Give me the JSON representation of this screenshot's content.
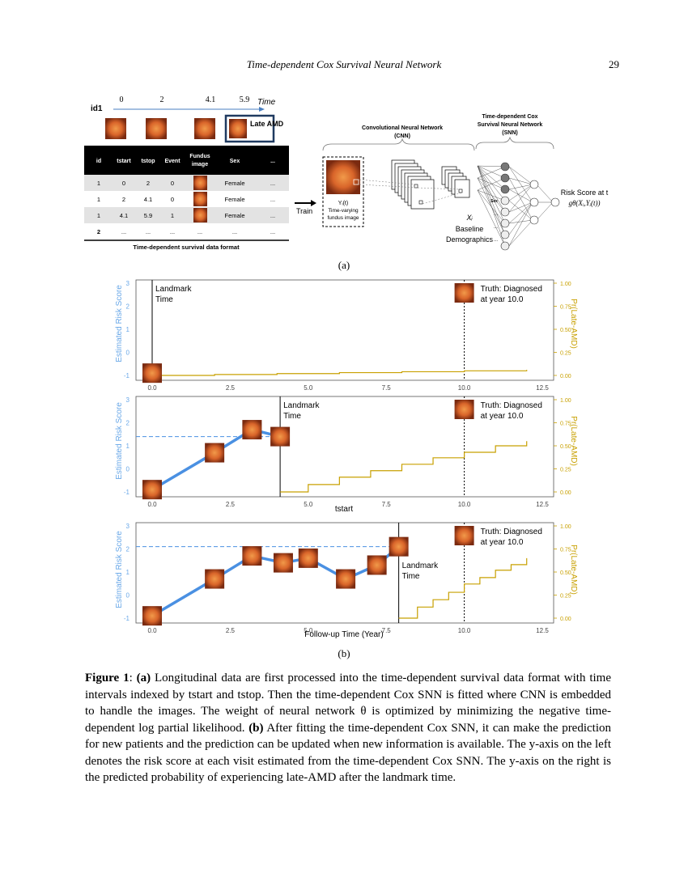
{
  "header": {
    "running_title": "Time-dependent Cox Survival Neural Network",
    "page_number": "29"
  },
  "panel_a": {
    "label": "(a)",
    "timeline": {
      "id_label": "id1",
      "times": [
        "0",
        "2",
        "4.1",
        "5.9"
      ],
      "axis_label": "Time",
      "late_amd_label": "Late AMD"
    },
    "table": {
      "headers": [
        "id",
        "tstart",
        "tstop",
        "Event",
        "Fundus image",
        "Sex",
        "..."
      ],
      "rows": [
        [
          "1",
          "0",
          "2",
          "0",
          "",
          "Female",
          "..."
        ],
        [
          "1",
          "2",
          "4.1",
          "0",
          "",
          "Female",
          "..."
        ],
        [
          "1",
          "4.1",
          "5.9",
          "1",
          "",
          "Female",
          "..."
        ],
        [
          "2",
          "...",
          "...",
          "...",
          "...",
          "...",
          "..."
        ]
      ],
      "caption": "Time-dependent survival data format"
    },
    "train_label": "Train",
    "cnn": {
      "title_line1": "Convolutional Neural Network",
      "title_line2": "(CNN)",
      "input_var": "Yᵢ(t)",
      "input_line1": "Time-varying",
      "input_line2": "fundus image"
    },
    "snn": {
      "title_line1": "Time-dependent Cox",
      "title_line2": "Survival Neural Network",
      "title_line3": "(SNN)",
      "sex_label": "Sex",
      "dots_label": "..."
    },
    "baseline": {
      "var": "Xᵢ",
      "line1": "Baseline",
      "line2": "Demographics"
    },
    "risk": {
      "line1": "Risk Score at t",
      "line2": "gθ(Xᵢ,Yᵢ(t))"
    }
  },
  "panel_b": {
    "label": "(b)",
    "y_left_label": "Estimated Risk Score",
    "y_right_label": "Pr(Late-AMD)",
    "landmark_line1": "Landmark",
    "landmark_line2": "Time",
    "truth_line1": "Truth: Diagnosed",
    "truth_line2": "at year 10.0",
    "xlabel_mid": "tstart",
    "xlabel_bottom": "Follow-up Time (Year)"
  },
  "chart_data": [
    {
      "type": "line",
      "title": "",
      "landmark": 0.0,
      "truth_year": 10.0,
      "xlim": [
        0,
        12.5
      ],
      "ylim_left": [
        -1,
        3
      ],
      "ylim_right": [
        0,
        1
      ],
      "x_ticks": [
        "0.0",
        "2.5",
        "5.0",
        "7.5",
        "10.0",
        "12.5"
      ],
      "y_left_ticks": [
        "-1",
        "0",
        "1",
        "2",
        "3"
      ],
      "y_right_ticks": [
        "0.00",
        "0.25",
        "0.50",
        "0.75",
        "1.00"
      ],
      "series": [
        {
          "name": "risk",
          "x": [
            0.0
          ],
          "y": [
            -0.9
          ]
        },
        {
          "name": "prob",
          "x": [
            0.0,
            2.0,
            4.0,
            6.0,
            8.0,
            10.0,
            12.0
          ],
          "y": [
            0.0,
            0.01,
            0.02,
            0.03,
            0.04,
            0.05,
            0.06
          ]
        }
      ],
      "dashed_risk_level": null
    },
    {
      "type": "line",
      "title": "",
      "landmark": 4.1,
      "truth_year": 10.0,
      "xlim": [
        0,
        12.5
      ],
      "ylim_left": [
        -1,
        3
      ],
      "ylim_right": [
        0,
        1
      ],
      "x_ticks": [
        "0.0",
        "2.5",
        "5.0",
        "7.5",
        "10.0",
        "12.5"
      ],
      "y_left_ticks": [
        "-1",
        "0",
        "1",
        "2",
        "3"
      ],
      "y_right_ticks": [
        "0.00",
        "0.25",
        "0.50",
        "0.75",
        "1.00"
      ],
      "series": [
        {
          "name": "risk",
          "x": [
            0.0,
            2.0,
            3.2,
            4.1
          ],
          "y": [
            -0.9,
            0.7,
            1.7,
            1.4
          ]
        },
        {
          "name": "prob",
          "x": [
            4.1,
            5.0,
            6.0,
            7.0,
            8.0,
            9.0,
            10.0,
            11.0,
            12.0
          ],
          "y": [
            0.0,
            0.08,
            0.16,
            0.23,
            0.3,
            0.37,
            0.43,
            0.5,
            0.55
          ]
        }
      ],
      "dashed_risk_level": 1.4
    },
    {
      "type": "line",
      "title": "",
      "landmark": 7.9,
      "truth_year": 10.0,
      "xlim": [
        0,
        12.5
      ],
      "ylim_left": [
        -1,
        3
      ],
      "ylim_right": [
        0,
        1
      ],
      "x_ticks": [
        "0.0",
        "2.5",
        "5.0",
        "7.5",
        "10.0",
        "12.5"
      ],
      "y_left_ticks": [
        "-1",
        "0",
        "1",
        "2",
        "3"
      ],
      "y_right_ticks": [
        "0.00",
        "0.25",
        "0.50",
        "0.75",
        "1.00"
      ],
      "series": [
        {
          "name": "risk",
          "x": [
            0.0,
            2.0,
            3.2,
            4.2,
            5.0,
            6.2,
            7.2,
            7.9
          ],
          "y": [
            -0.9,
            0.7,
            1.7,
            1.4,
            1.6,
            0.7,
            1.3,
            2.1
          ]
        },
        {
          "name": "prob",
          "x": [
            7.9,
            8.5,
            9.0,
            9.5,
            10.0,
            10.5,
            11.0,
            11.5,
            12.0
          ],
          "y": [
            0.0,
            0.12,
            0.2,
            0.28,
            0.37,
            0.44,
            0.52,
            0.58,
            0.65
          ]
        }
      ],
      "dashed_risk_level": 2.1
    }
  ],
  "caption": {
    "figure_label": "Figure 1",
    "sep": ": ",
    "a_tag": "(a)",
    "a_text": " Longitudinal data are first processed into the time-dependent survival data format with time intervals indexed by tstart and tstop. Then the time-dependent Cox SNN is fitted where CNN is embedded to handle the images. The weight of neural network θ is optimized by minimizing the negative time-dependent log partial likelihood. ",
    "b_tag": "(b)",
    "b_text": " After fitting the time-dependent Cox SNN, it can make the prediction for new patients and the prediction can be updated when new information is available. The y-axis on the left denotes the risk score at each visit estimated from the time-dependent Cox SNN. The y-axis on the right is the predicted probability of experiencing late-AMD after the landmark time."
  },
  "colors": {
    "risk": "#4a90e2",
    "prob": "#c8a000",
    "axis_left": "#6aa8e8",
    "axis_right": "#c8a000"
  }
}
